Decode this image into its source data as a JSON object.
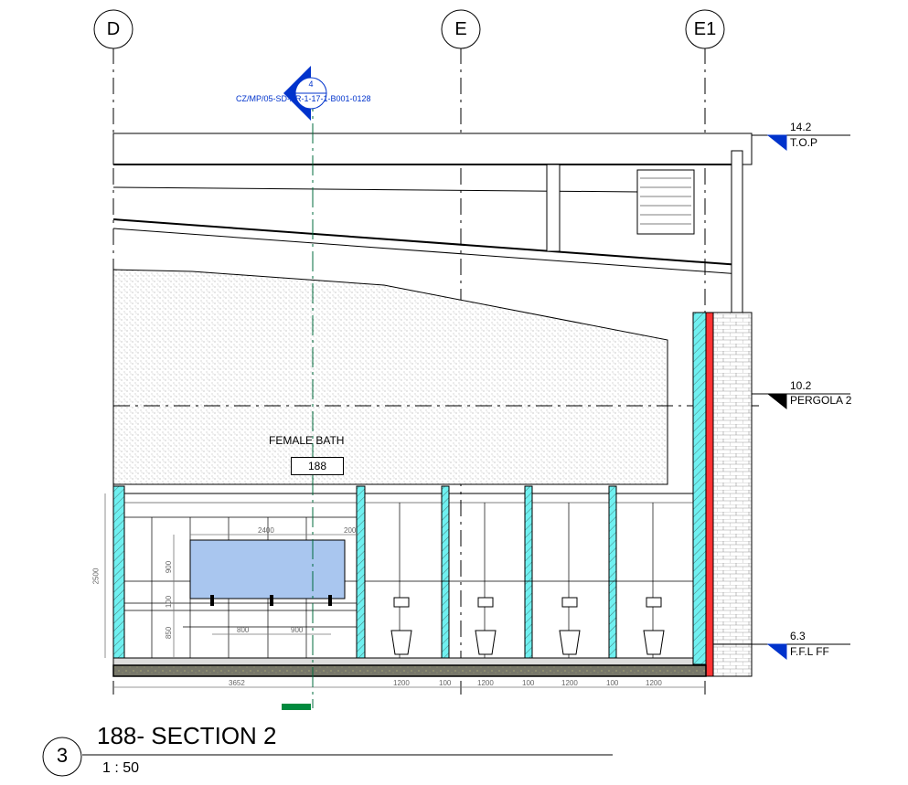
{
  "grids": [
    {
      "label": "D"
    },
    {
      "label": "E"
    },
    {
      "label": "E1"
    }
  ],
  "section_marker": {
    "number": "4",
    "reference": "CZ/MP/05-SD-AR-1-17-1-B001-0128"
  },
  "levels": [
    {
      "elevation": "14.2",
      "name": "T.O.P"
    },
    {
      "elevation": "10.2",
      "name": "PERGOLA 2"
    },
    {
      "elevation": "6.3",
      "name": "F.F.L FF"
    }
  ],
  "room": {
    "name": "FEMALE BATH",
    "number": "188"
  },
  "dimensions": {
    "height": "2500",
    "mirror_width": "2400",
    "mirror_gap": "200",
    "mirror_height": "900",
    "counter_gap": "100",
    "counter_height": "850",
    "tap_spacing_1": "800",
    "tap_spacing_2": "900",
    "total_width": "3652",
    "bottom": [
      "1200",
      "100",
      "1200",
      "100",
      "1200",
      "100",
      "1200"
    ]
  },
  "title": {
    "number": "3",
    "name": "188- SECTION 2",
    "scale": "1 : 50"
  },
  "colors": {
    "line": "#000000",
    "grid": "#000000",
    "section_line": "#006b3c",
    "marker": "#0033cc",
    "glass": "#a9c6ef",
    "wall": "#6ff0f0",
    "red": "#ff3333",
    "floor": "#7a7a6a"
  }
}
